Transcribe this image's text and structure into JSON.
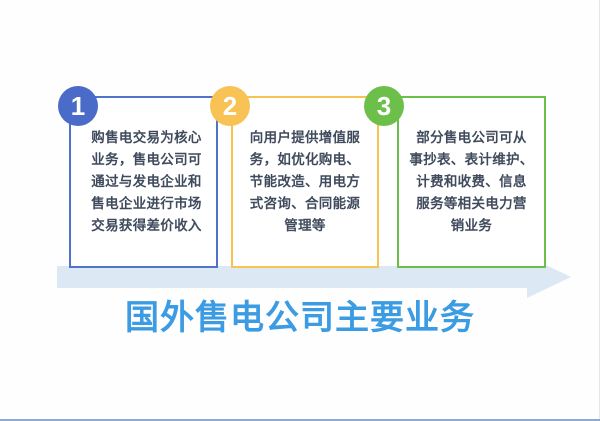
{
  "title": "国外售电公司主要业务",
  "steps": [
    {
      "number": "1",
      "color": "#4a6cc8",
      "text": "购售电交易为核心业务，售电公司可通过与发电企业和售电企业进行市场交易获得差价收入"
    },
    {
      "number": "2",
      "color": "#f8c254",
      "text": "向用户提供增值服务，如优化购电、节能改造、用电方式咨询、合同能源管理等"
    },
    {
      "number": "3",
      "color": "#6cc04a",
      "text": "部分售电公司可从事抄表、表计维护、计费和收费、信息服务等相关电力营销业务"
    }
  ],
  "lines": {
    "1": [
      "购售电交易为核心",
      "业务，售电公司可",
      "通过与发电企业和",
      "售电企业进行市场",
      "交易获得差价收入"
    ],
    "2": [
      "向用户提供增值服",
      "务，如优化购电、",
      "节能改造、用电方",
      "式咨询、合同能源",
      "管理等"
    ],
    "3": [
      "部分售电公司可从",
      "事抄表、表计维护、",
      "计费和收费、信息",
      "服务等相关电力营",
      "销业务"
    ]
  }
}
